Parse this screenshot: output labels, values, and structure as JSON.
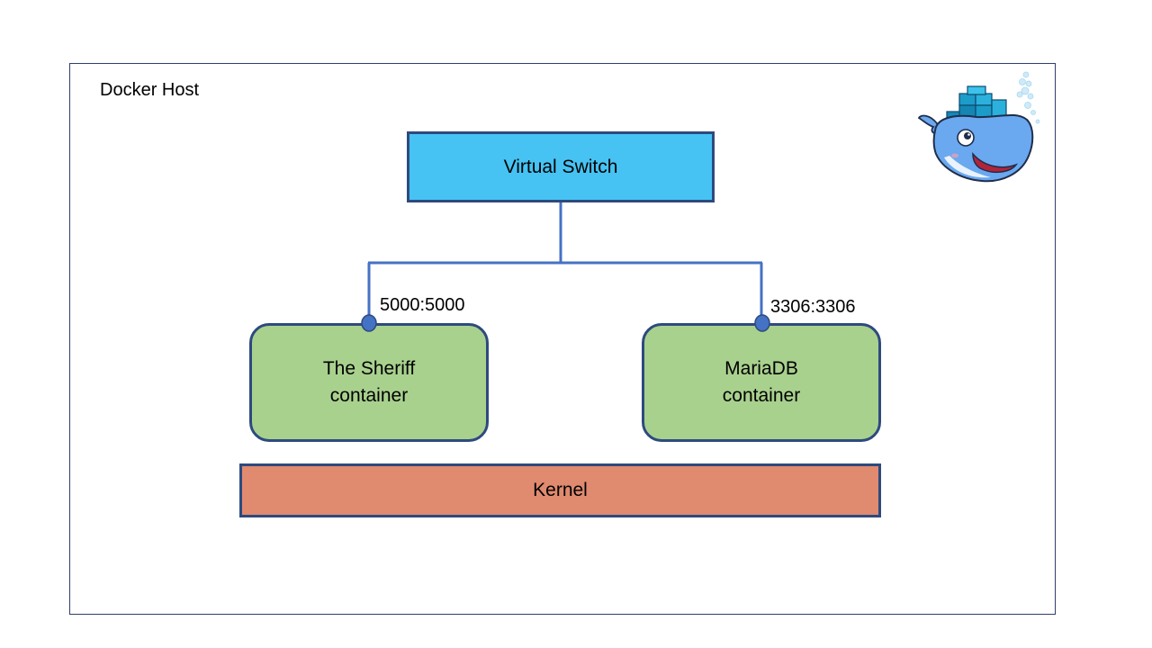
{
  "host": {
    "label": "Docker Host"
  },
  "switch": {
    "label": "Virtual Switch"
  },
  "containers": [
    {
      "line1": "The Sheriff",
      "line2": "container",
      "port": "5000:5000"
    },
    {
      "line1": "MariaDB",
      "line2": "container",
      "port": "3306:3306"
    }
  ],
  "kernel": {
    "label": "Kernel"
  },
  "colors": {
    "switch_fill": "#46c3f3",
    "container_fill": "#a9d18e",
    "kernel_fill": "#e08a6f",
    "border": "#2e4a7e",
    "link": "#4472c4",
    "frame": "#2f3e6e"
  },
  "mascot": {
    "icon": "docker-whale-icon"
  }
}
